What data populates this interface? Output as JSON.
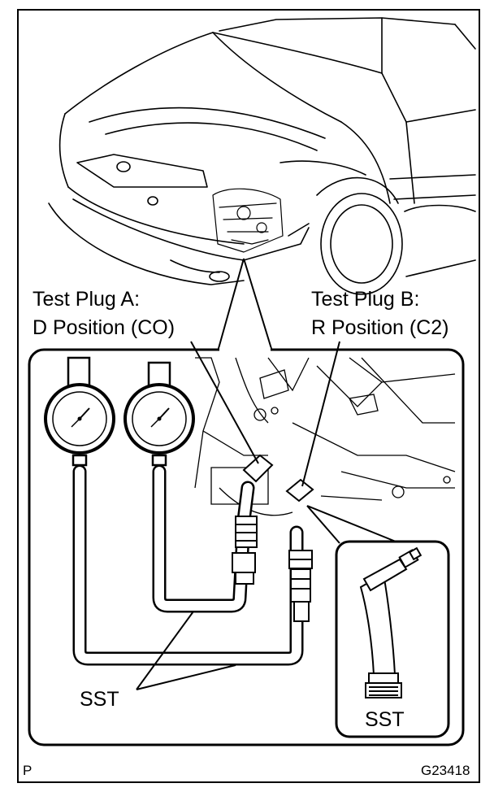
{
  "labels": {
    "plug_a_title": "Test Plug A:",
    "plug_a_position": "D Position (CO)",
    "plug_b_title": "Test Plug B:",
    "plug_b_position": "R Position (C2)",
    "sst_main": "SST",
    "sst_inset": "SST"
  },
  "footer": {
    "corner_mark": "P",
    "figure_code": "G23418"
  }
}
